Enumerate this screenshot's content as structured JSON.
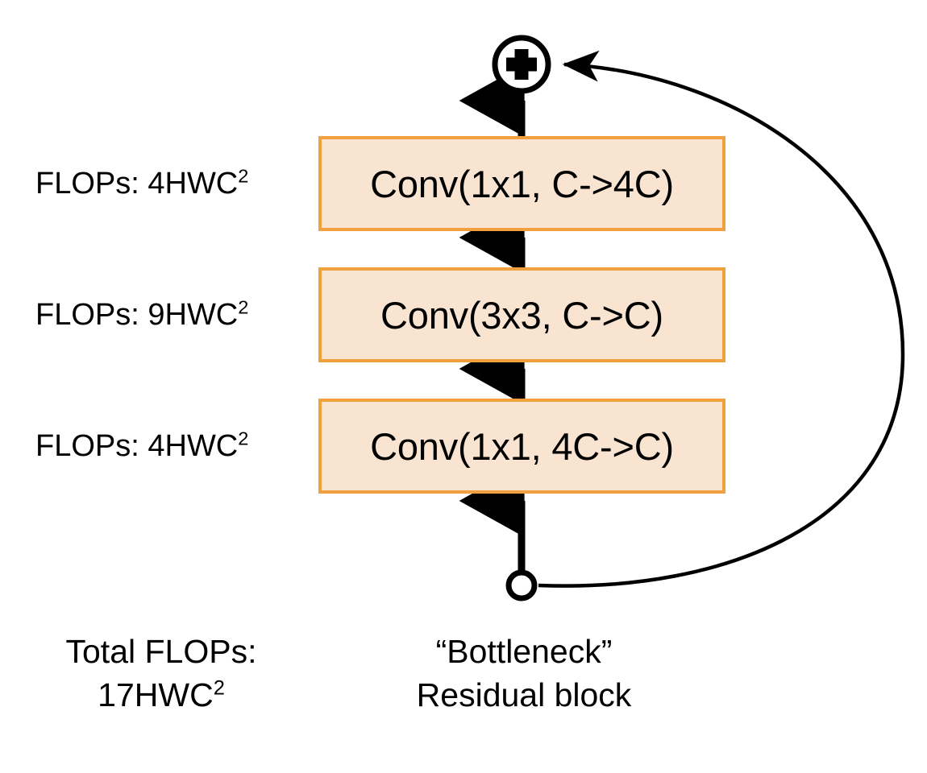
{
  "diagram": {
    "title": "Bottleneck Residual Block",
    "colors": {
      "box_fill": "#f8e4d0",
      "box_border": "#f0a03c",
      "edge": "#000000",
      "text": "#000000",
      "background": "#ffffff"
    },
    "nodes": {
      "sum": {
        "symbol": "+",
        "name": "addition-node"
      },
      "split": {
        "symbol": "",
        "name": "split-node"
      }
    },
    "blocks": [
      {
        "id": "conv-bottom",
        "label": "Conv(1x1, 4C->C)",
        "flops_prefix": "FLOPs: 4HWC",
        "flops_exponent": "2"
      },
      {
        "id": "conv-middle",
        "label": "Conv(3x3, C->C)",
        "flops_prefix": "FLOPs: 9HWC",
        "flops_exponent": "2"
      },
      {
        "id": "conv-top",
        "label": "Conv(1x1, C->4C)",
        "flops_prefix": "FLOPs: 4HWC",
        "flops_exponent": "2"
      }
    ],
    "captions": {
      "total_flops_line1": "Total FLOPs:",
      "total_flops_line2_prefix": "17HWC",
      "total_flops_line2_exponent": "2",
      "block_name_line1": "“Bottleneck”",
      "block_name_line2": "Residual block"
    }
  }
}
